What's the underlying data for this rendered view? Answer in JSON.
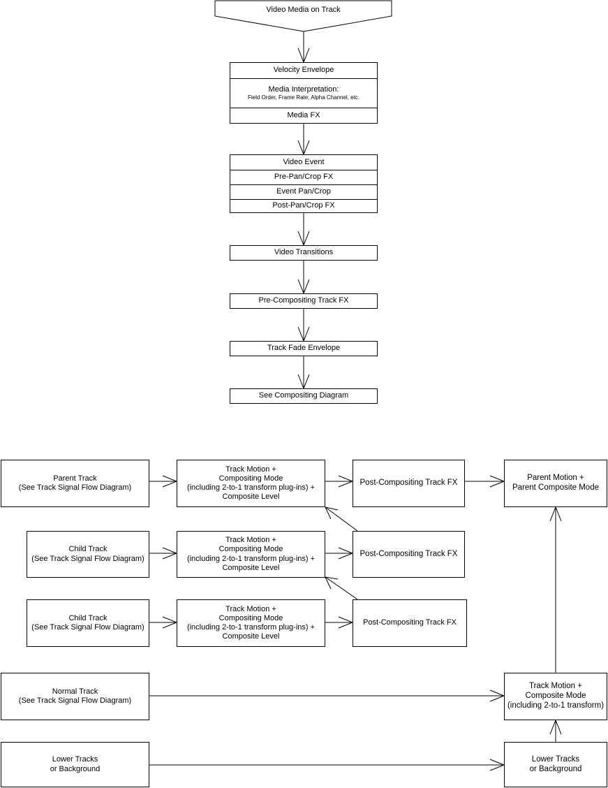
{
  "signal_flow": {
    "source": "Video Media on Track",
    "media_group": {
      "velocity": "Velocity Envelope",
      "interp_title": "Media Interpretation:",
      "interp_sub": "Field Order, Frame Rate, Alpha Channel, etc.",
      "media_fx": "Media FX"
    },
    "event_group": [
      "Video Event",
      "Pre-Pan/Crop FX",
      "Event Pan/Crop",
      "Post-Pan/Crop FX"
    ],
    "transitions": "Video Transitions",
    "pre_comp_fx": "Pre-Compositing Track FX",
    "fade": "Track Fade Envelope",
    "see_compositing": "See Compositing Diagram"
  },
  "compositing": {
    "parent_track": [
      "Parent Track",
      "(See Track Signal Flow Diagram)"
    ],
    "child_track_1": [
      "Child Track",
      "(See Track Signal Flow Diagram)"
    ],
    "child_track_2": [
      "Child Track",
      "(See Track Signal Flow Diagram)"
    ],
    "normal_track": [
      "Normal Track",
      "(See Track Signal Flow Diagram)"
    ],
    "lower_tracks_left": [
      "Lower Tracks",
      "or Background"
    ],
    "motion_box": [
      "Track Motion +",
      "Compositing Mode",
      "(including 2-to-1 transform plug-ins) +",
      "Composite Level"
    ],
    "post_comp_fx": "Post-Compositing Track FX",
    "parent_motion": [
      "Parent Motion +",
      "Parent Composite Mode"
    ],
    "normal_motion": [
      "Track Motion +",
      "Composite Mode",
      "(including 2-to-1 transform)"
    ],
    "lower_tracks_right": [
      "Lower Tracks",
      "or Background"
    ]
  }
}
